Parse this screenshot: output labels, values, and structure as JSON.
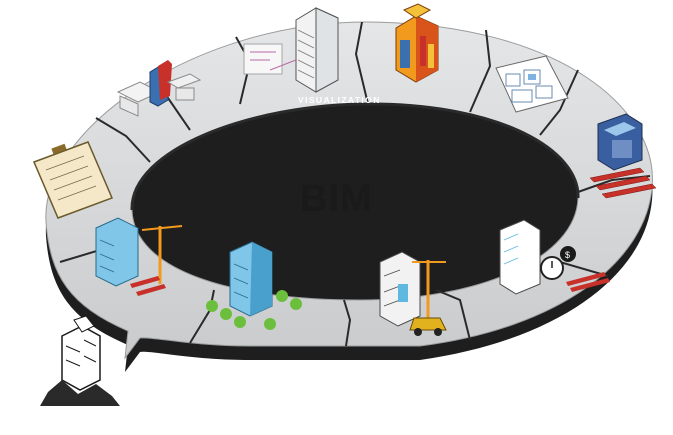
{
  "diagram": {
    "center_title": "BIM",
    "ring_label": "VISUALIZATION",
    "stages": [
      {
        "id": "concept-design",
        "icon": "conceptual-massing-icon"
      },
      {
        "id": "visualization",
        "icon": "building-wireframe-icon"
      },
      {
        "id": "analysis",
        "icon": "colored-building-analysis-icon"
      },
      {
        "id": "documentation",
        "icon": "floor-plan-icon"
      },
      {
        "id": "fabrication",
        "icon": "prefab-machine-icon"
      },
      {
        "id": "cost-estimation",
        "icon": "stopwatch-money-icon"
      },
      {
        "id": "construction",
        "icon": "construction-crane-icon"
      },
      {
        "id": "operation",
        "icon": "finished-building-trees-icon"
      },
      {
        "id": "construction-planning",
        "icon": "tower-crane-icon"
      },
      {
        "id": "programming",
        "icon": "clipboard-checklist-icon"
      },
      {
        "id": "demolition",
        "icon": "demolished-building-icon"
      }
    ],
    "colors": {
      "ring_face": "#d6d8da",
      "ring_edge": "#2a2a2a",
      "ring_outline": "#8a8c8e",
      "accent_red": "#c8302a",
      "accent_blue": "#5fb8e0",
      "accent_orange": "#f29a1e",
      "tree_green": "#6cbf3c"
    }
  }
}
